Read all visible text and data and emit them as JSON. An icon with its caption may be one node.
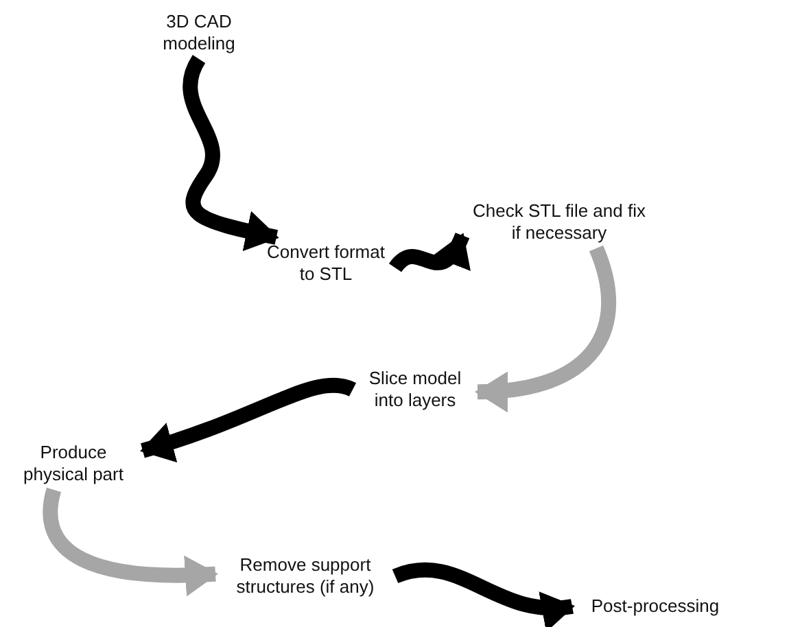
{
  "diagram": {
    "nodes": [
      {
        "text": [
          "3D CAD modeling"
        ]
      },
      {
        "text": [
          "Convert format to STL"
        ]
      },
      {
        "text": [
          "Check STL file and fix if necessary"
        ]
      },
      {
        "text": [
          "Slice model into layers"
        ]
      },
      {
        "text": [
          "Produce physical part"
        ]
      },
      {
        "text": [
          "Remove support structures (if any)"
        ]
      },
      {
        "text": [
          "Post-processing"
        ]
      }
    ],
    "edges": [
      {
        "from": 0,
        "to": 1,
        "arrow": "to"
      },
      {
        "from": 1,
        "to": 2,
        "arrow": "to"
      },
      {
        "from": 2,
        "to": 3,
        "arrow": "to",
        "color": "#a6a6a6"
      },
      {
        "from": 3,
        "to": 4,
        "arrow": "to"
      },
      {
        "from": 4,
        "to": 5,
        "arrow": "to",
        "color": "#a6a6a6"
      },
      {
        "from": 5,
        "to": 6,
        "arrow": "to"
      }
    ]
  }
}
